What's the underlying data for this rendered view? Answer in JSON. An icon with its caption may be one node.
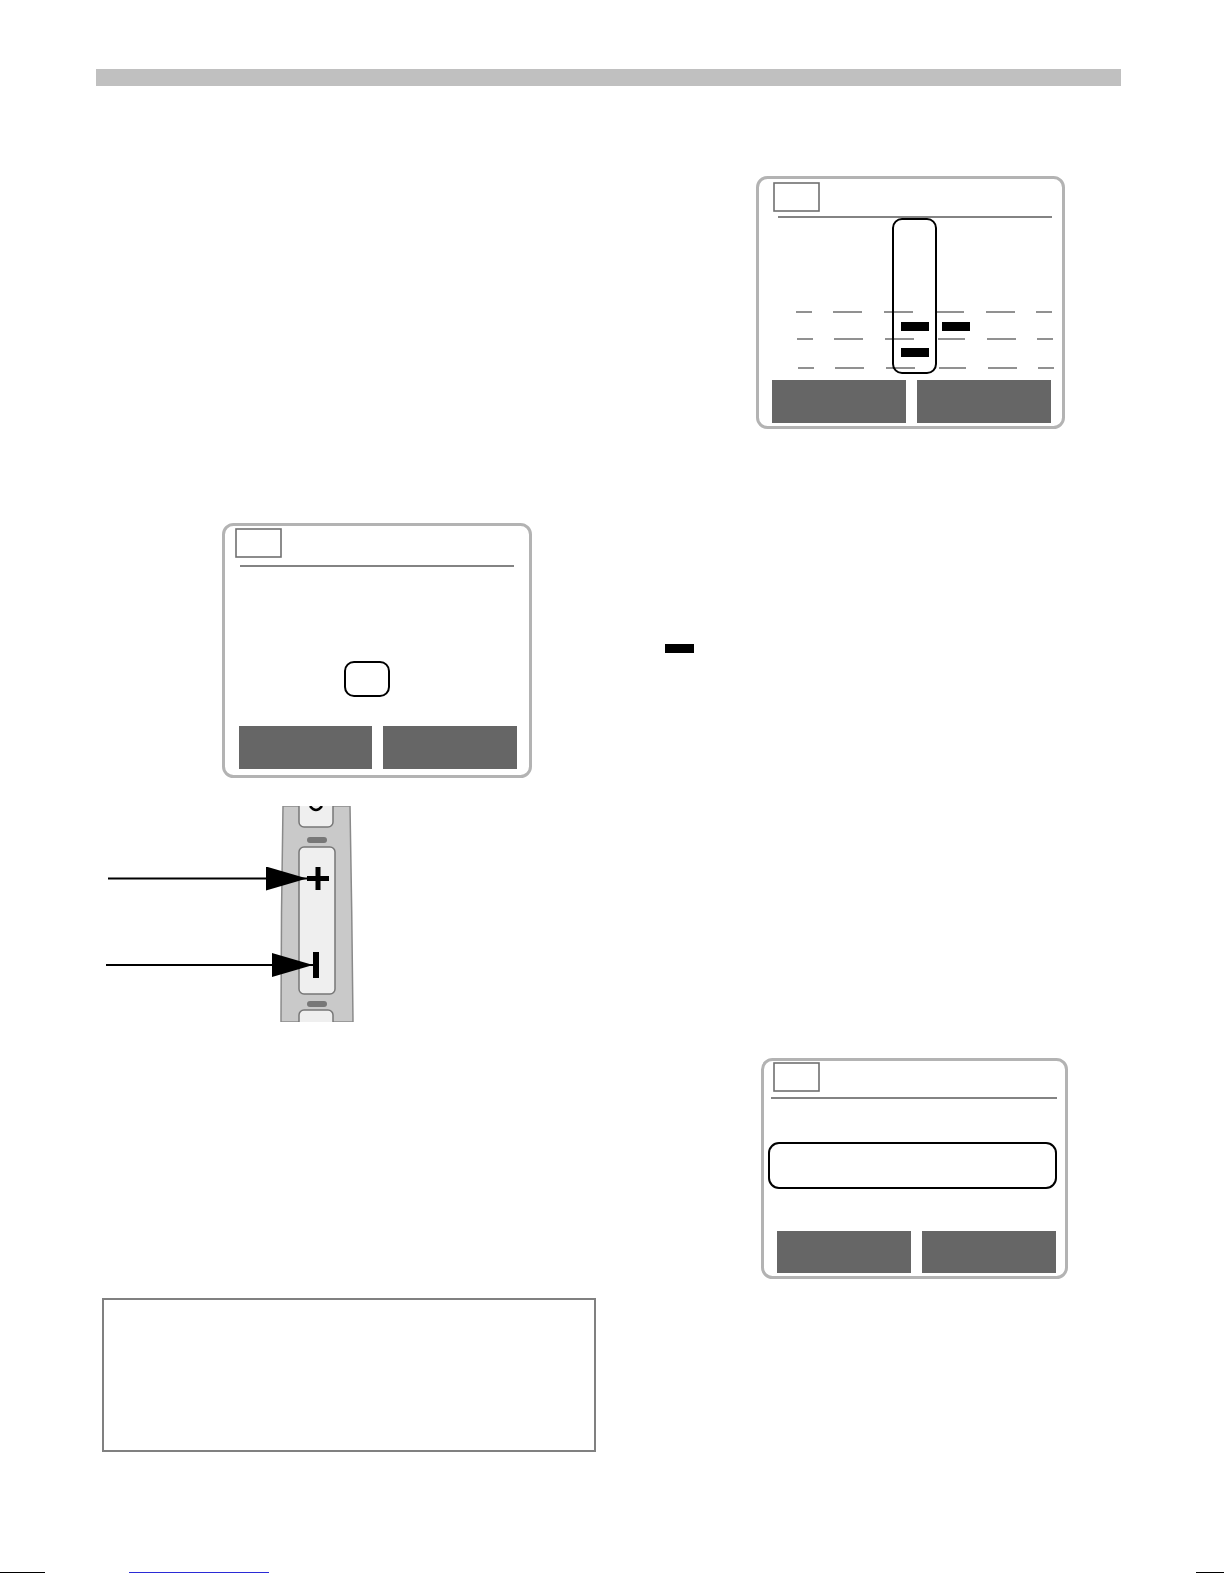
{
  "diagram": {
    "nodes": [
      {
        "text": [],
        "shape": "plus"
      },
      {
        "text": [],
        "shape": "bar"
      },
      {
        "text": [],
        "shape": "box"
      }
    ],
    "edges": [
      {
        "from": null,
        "to": 0,
        "arrow": "to"
      },
      {
        "from": null,
        "to": 1,
        "arrow": "to"
      }
    ]
  }
}
